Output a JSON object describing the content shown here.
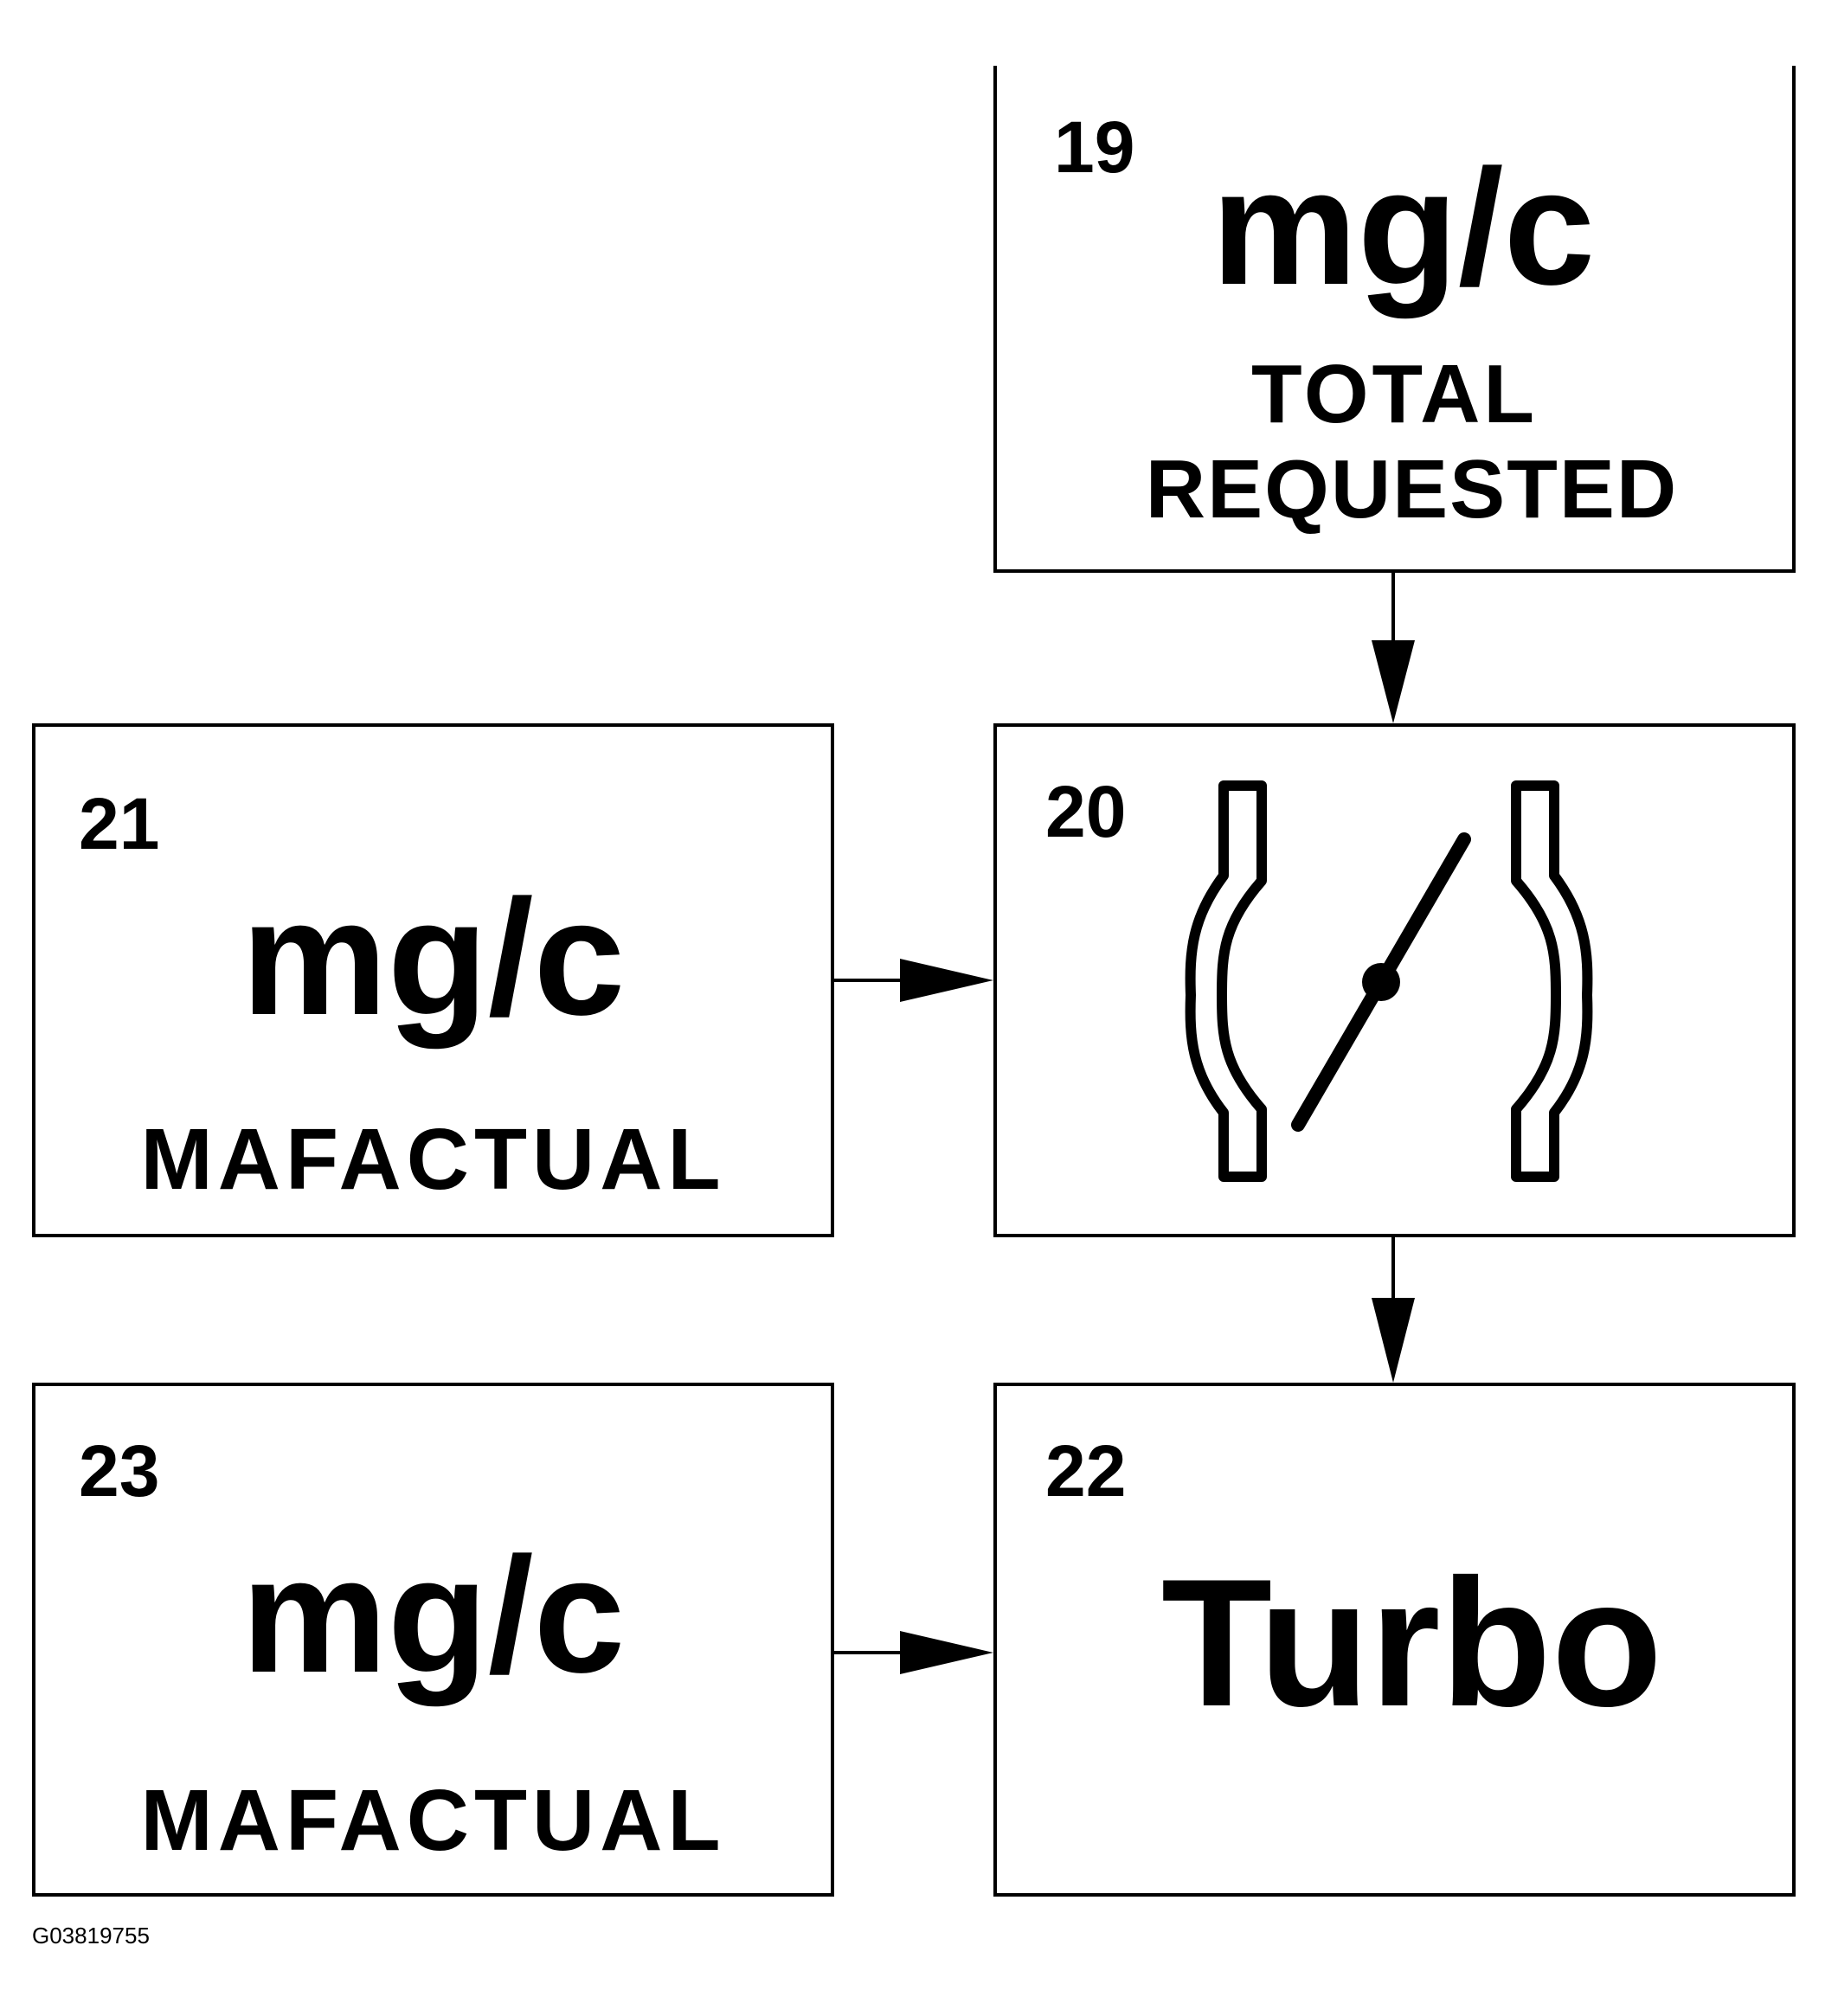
{
  "boxes": {
    "b19": {
      "number": "19",
      "unit": "mg/c",
      "label_line1": "TOTAL",
      "label_line2": "REQUESTED"
    },
    "b20": {
      "number": "20",
      "symbol": "throttle-valve-icon"
    },
    "b21": {
      "number": "21",
      "unit": "mg/c",
      "label": "MAFACTUAL"
    },
    "b22": {
      "number": "22",
      "label": "Turbo"
    },
    "b23": {
      "number": "23",
      "unit": "mg/c",
      "label": "MAFACTUAL"
    }
  },
  "figure_id": "G03819755",
  "colors": {
    "line": "#000000",
    "background": "#ffffff"
  }
}
